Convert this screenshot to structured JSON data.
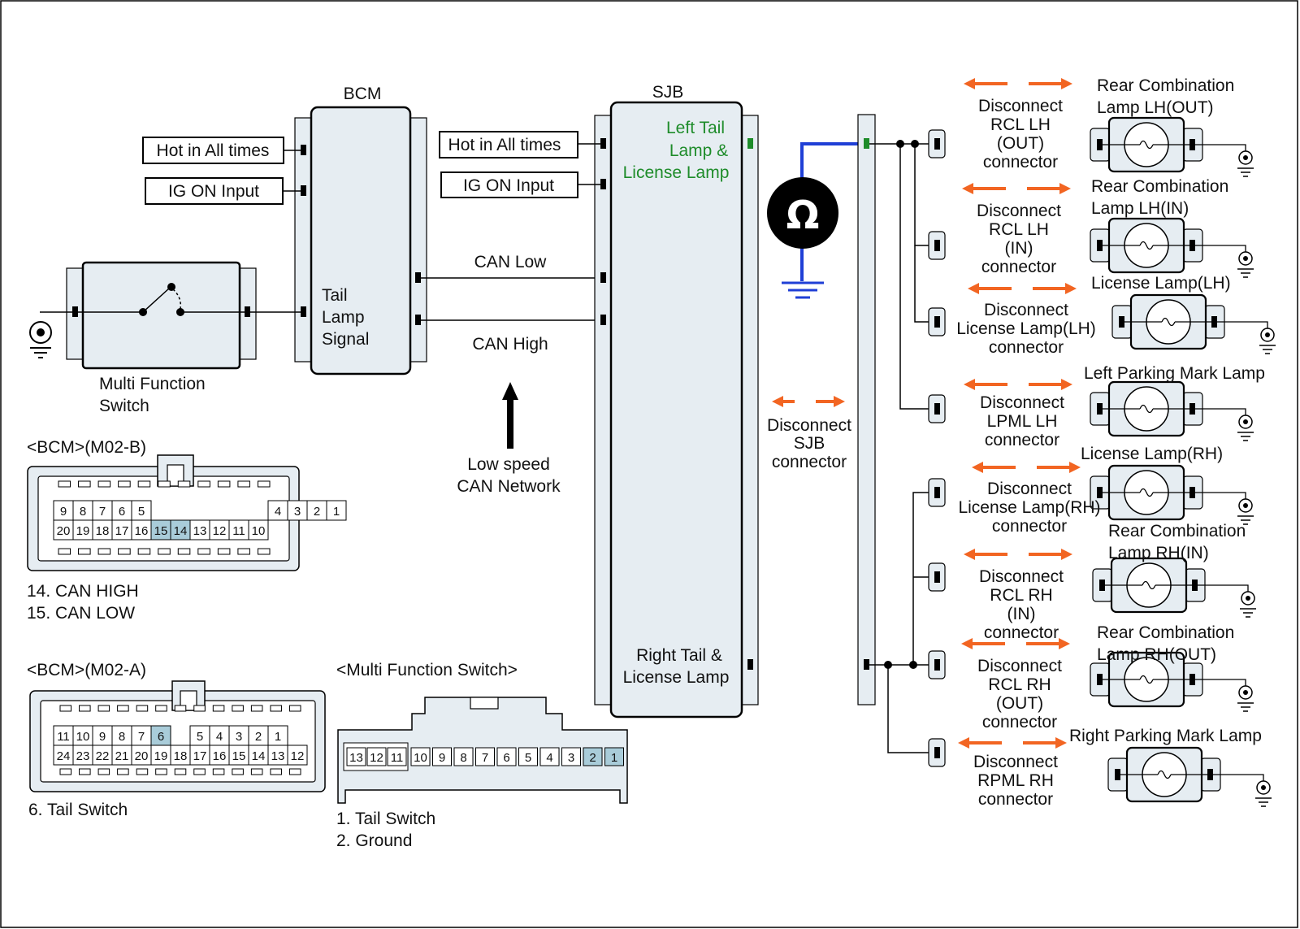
{
  "bcm": {
    "title": "BCM",
    "hot_input": "Hot in All times",
    "ig_input": "IG ON Input",
    "signal": [
      "Tail",
      "Lamp",
      "Signal"
    ]
  },
  "switch": {
    "label": [
      "Multi Function",
      "Switch"
    ]
  },
  "sjb": {
    "title": "SJB",
    "hot_input": "Hot in All times",
    "ig_input": "IG ON Input",
    "left_output": [
      "Left Tail",
      "Lamp &",
      "License Lamp"
    ],
    "right_output": [
      "Right Tail &",
      "License Lamp"
    ]
  },
  "can": {
    "low": "CAN Low",
    "high": "CAN High",
    "network": [
      "Low speed",
      "CAN Network"
    ]
  },
  "meter": {
    "symbol": "Ω",
    "disconnect": [
      "Disconnect",
      "SJB",
      "connector"
    ]
  },
  "loads": [
    {
      "name": [
        "Rear Combination",
        "Lamp LH(OUT)"
      ],
      "disconnect": [
        "Disconnect",
        "RCL LH",
        "(OUT)",
        "connector"
      ]
    },
    {
      "name": [
        "Rear Combination",
        "Lamp LH(IN)"
      ],
      "disconnect": [
        "Disconnect",
        "RCL LH",
        "(IN)",
        "connector"
      ]
    },
    {
      "name": [
        "License Lamp(LH)"
      ],
      "disconnect": [
        "Disconnect",
        "License Lamp(LH)",
        "connector"
      ]
    },
    {
      "name": [
        "Left Parking Mark Lamp"
      ],
      "disconnect": [
        "Disconnect",
        "LPML LH",
        "connector"
      ]
    },
    {
      "name": [
        "License Lamp(RH)"
      ],
      "disconnect": [
        "Disconnect",
        "License Lamp(RH)",
        "connector"
      ]
    },
    {
      "name": [
        "Rear Combination",
        "Lamp RH(IN)"
      ],
      "disconnect": [
        "Disconnect",
        "RCL RH",
        "(IN)",
        "connector"
      ]
    },
    {
      "name": [
        "Rear Combination",
        "Lamp RH(OUT)"
      ],
      "disconnect": [
        "Disconnect",
        "RCL RH",
        "(OUT)",
        "connector"
      ]
    },
    {
      "name": [
        "Right Parking Mark Lamp"
      ],
      "disconnect": [
        "Disconnect",
        "RPML RH",
        "connector"
      ]
    }
  ],
  "connectors": {
    "m02b": {
      "title": "<BCM>(M02-B)",
      "row1": [
        "9",
        "8",
        "7",
        "6",
        "5",
        "",
        "",
        "4",
        "3",
        "2",
        "1"
      ],
      "row2": [
        "20",
        "19",
        "18",
        "17",
        "16",
        "15",
        "14",
        "13",
        "12",
        "11",
        "10"
      ],
      "highlight": [
        "15",
        "14"
      ],
      "notes": [
        "14. CAN HIGH",
        "15. CAN LOW"
      ]
    },
    "m02a": {
      "title": "<BCM>(M02-A)",
      "row1": [
        "11",
        "10",
        "9",
        "8",
        "7",
        "6",
        "",
        "5",
        "4",
        "3",
        "2",
        "1"
      ],
      "row2": [
        "24",
        "23",
        "22",
        "21",
        "20",
        "19",
        "18",
        "17",
        "16",
        "15",
        "14",
        "13",
        "12"
      ],
      "highlight": [
        "6"
      ],
      "notes": [
        "6. Tail Switch"
      ]
    },
    "mfs": {
      "title": "<Multi Function Switch>",
      "pins": [
        "13",
        "12",
        "11",
        "10",
        "9",
        "8",
        "7",
        "6",
        "5",
        "4",
        "3",
        "2",
        "1"
      ],
      "highlight": [
        "2",
        "1"
      ],
      "notes": [
        "1. Tail Switch",
        "2. Ground"
      ]
    }
  },
  "colors": {
    "module_fill": "#e6edf2",
    "highlight_pin": "#a9ccd9",
    "arrow": "#f26522",
    "meter_wire": "#1f3fd6",
    "output_text": "#1e8c2a"
  }
}
